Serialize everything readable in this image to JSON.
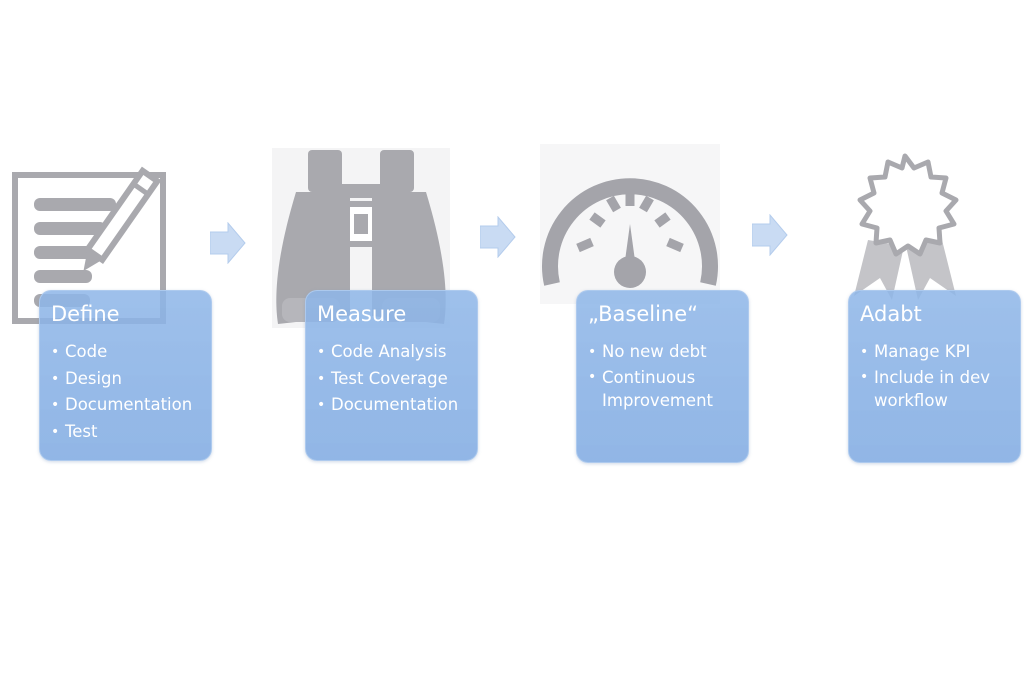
{
  "steps": [
    {
      "title": "Define",
      "icon": "document-pencil-icon",
      "items": [
        "Code",
        "Design",
        "Documentation",
        "Test"
      ]
    },
    {
      "title": "Measure",
      "icon": "binoculars-icon",
      "items": [
        "Code Analysis",
        "Test Coverage",
        "Documentation"
      ]
    },
    {
      "title": "„Baseline“",
      "icon": "speedometer-icon",
      "items": [
        "No new debt",
        "Continuous Improvement"
      ]
    },
    {
      "title": "Adabt",
      "icon": "award-ribbon-icon",
      "items": [
        "Manage KPI",
        "Include in dev workflow"
      ]
    }
  ],
  "bullet_glyph": "•",
  "colors": {
    "box_fill": "#8EB6E8",
    "icon_gray": "#A7A7AD",
    "arrow_fill": "#C5D8F2",
    "text": "#FFFFFF"
  }
}
